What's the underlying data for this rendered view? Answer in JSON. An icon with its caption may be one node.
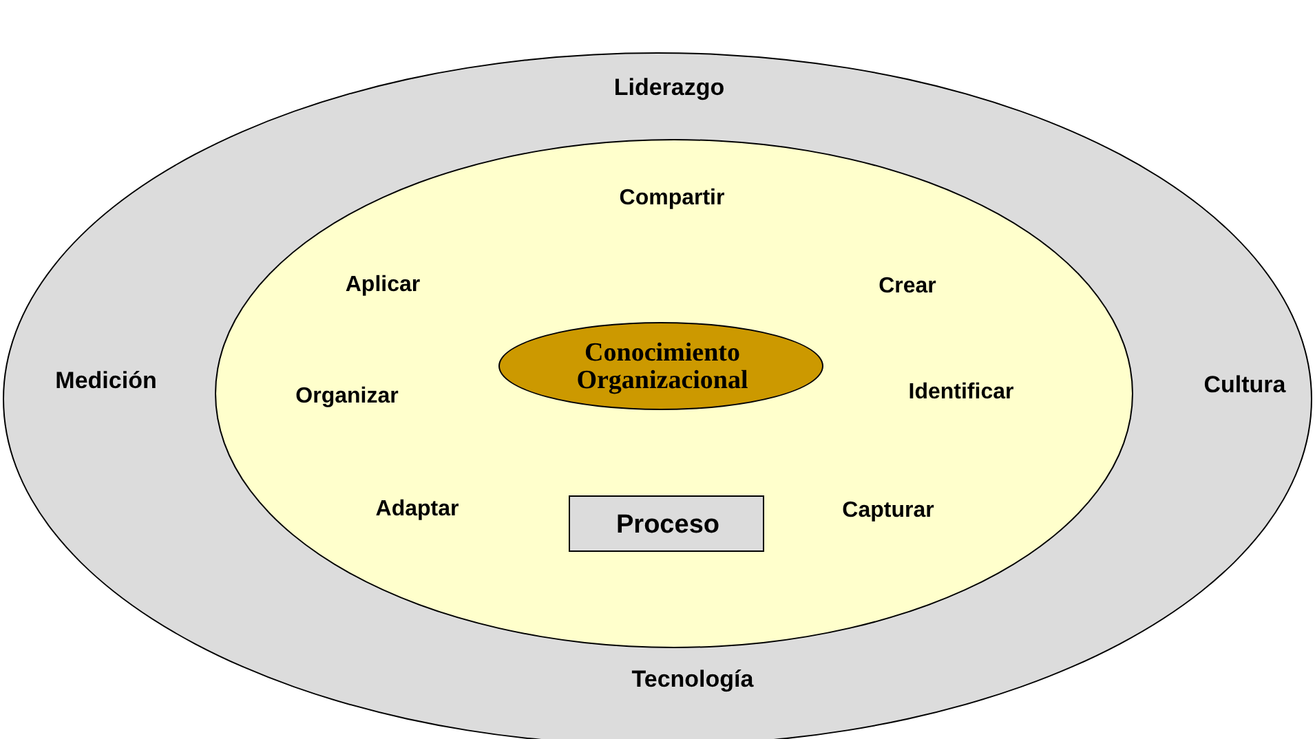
{
  "diagram": {
    "nodes": [
      {
        "text": [
          "Liderazgo",
          "Medición",
          "Cultura",
          "Tecnología"
        ]
      },
      {
        "text": [
          "Compartir",
          "Aplicar",
          "Crear",
          "Organizar",
          "Identificar",
          "Adaptar",
          "Capturar"
        ],
        "in": 0
      },
      {
        "text": [
          "Conocimiento Organizacional"
        ],
        "in": 1
      },
      {
        "text": [
          "Proceso"
        ],
        "in": 1
      }
    ]
  }
}
